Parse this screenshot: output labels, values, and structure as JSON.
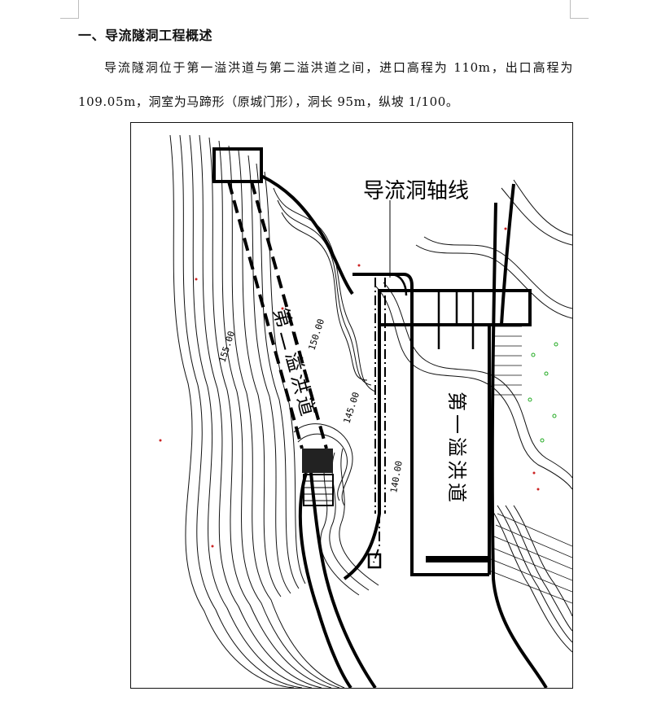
{
  "document": {
    "heading": "一、导流隧洞工程概述",
    "paragraph": "导流隧洞位于第一溢洪道与第二溢洪道之间，进口高程为 110m，出口高程为 109.05m，洞室为马蹄形（原城门形），洞长 95m，纵坡 1/100。"
  },
  "figure": {
    "axis_label": "导流洞轴线",
    "spillway_1_label": "第一溢洪道",
    "spillway_2_label": "第二溢洪道",
    "contour_labels": [
      "155.00",
      "150.00",
      "145.00",
      "140.00"
    ]
  }
}
